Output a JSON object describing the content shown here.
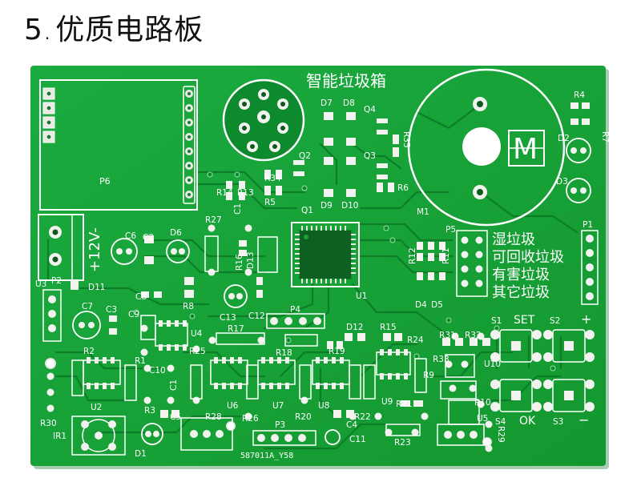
{
  "page": {
    "heading_number": "5",
    "heading_title": "优质电路板"
  },
  "colors": {
    "board": "#17a13a",
    "board_dark": "#0e8a2e",
    "trace": "#0c7e28",
    "silk": "#ffffff",
    "pad": "#f2f2ee",
    "chip": "#0d5f22"
  },
  "board": {
    "title": "智能垃圾箱",
    "serial": "587011A_Y58",
    "categories": [
      "湿垃圾",
      "可回收垃圾",
      "有害垃圾",
      "其它垃圾"
    ],
    "buttons": {
      "set": "SET",
      "ok": "OK",
      "plus": "+",
      "minus": "−"
    },
    "power_label": "+12V-",
    "motor_label": "M",
    "designators": {
      "p6": "P6",
      "p1": "P1",
      "p2": "P2",
      "p3": "P3",
      "p4": "P4",
      "p5": "P5",
      "u1": "U1",
      "u2": "U2",
      "u3": "U3",
      "u5": "U5",
      "u6": "U6",
      "u7": "U7",
      "u8": "U8",
      "u9": "U9",
      "u10": "U10",
      "u4": "U4",
      "q1": "Q1",
      "q2": "Q2",
      "q3": "Q3",
      "q4": "Q4",
      "d1": "D1",
      "d2": "D2",
      "d3": "D3",
      "d4": "D4",
      "d5": "D5",
      "d6": "D6",
      "d7": "D7",
      "d8": "D8",
      "d9": "D9",
      "d10": "D10",
      "d11": "D11",
      "d12": "D12",
      "d13": "D13",
      "m1": "M1",
      "ir1": "IR1",
      "s1": "S1",
      "s2": "S2",
      "s3": "S3",
      "s4": "S4",
      "c1": "C1",
      "c2": "C2",
      "c3": "C3",
      "c4": "C4",
      "c5": "C5",
      "c6": "C6",
      "c7": "C7",
      "c8": "C8",
      "c9": "C9",
      "c10": "C10",
      "c11": "C11",
      "c12": "C12",
      "c13": "C13",
      "r1": "R1",
      "r2": "R2",
      "r3": "R3",
      "r4": "R4",
      "r5": "R5",
      "r6": "R6",
      "r7": "R7",
      "r8": "R8",
      "r9": "R9",
      "r10": "R10",
      "r11": "R11",
      "r12": "R12",
      "r13": "R13",
      "r14": "R14",
      "r15": "R15",
      "r16": "R16",
      "r17": "R17",
      "r18": "R18",
      "r19": "R19",
      "r20": "R20",
      "r21": "R21",
      "r22": "R22",
      "r23": "R23",
      "r24": "R24",
      "r25": "R25",
      "r26": "R26",
      "r27": "R27",
      "r28": "R28",
      "r29": "R29",
      "r30": "R30",
      "r31": "R31",
      "r32": "R32",
      "r33": "R33",
      "r34": "R34",
      "r35": "R35"
    }
  }
}
